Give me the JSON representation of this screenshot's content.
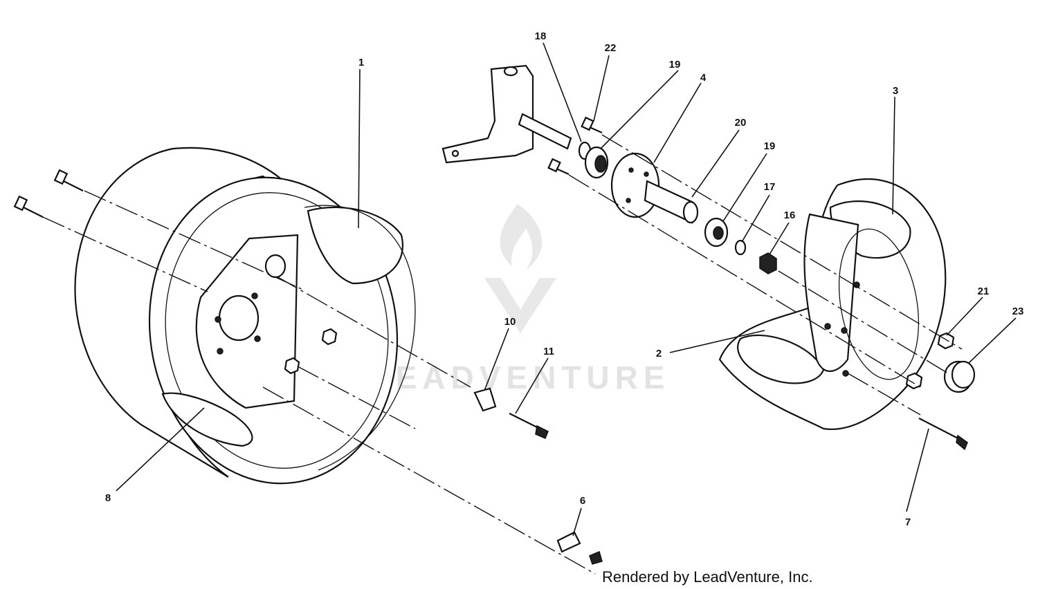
{
  "watermark": {
    "text": "LEADVENTURE"
  },
  "credit": {
    "text": "Rendered by LeadVenture, Inc."
  },
  "callouts": [
    {
      "id": "1",
      "label": "1"
    },
    {
      "id": "2",
      "label": "2"
    },
    {
      "id": "3",
      "label": "3"
    },
    {
      "id": "4",
      "label": "4"
    },
    {
      "id": "6",
      "label": "6"
    },
    {
      "id": "7",
      "label": "7"
    },
    {
      "id": "8",
      "label": "8"
    },
    {
      "id": "10",
      "label": "10"
    },
    {
      "id": "11",
      "label": "11"
    },
    {
      "id": "16",
      "label": "16"
    },
    {
      "id": "17",
      "label": "17"
    },
    {
      "id": "18",
      "label": "18"
    },
    {
      "id": "19a",
      "label": "19"
    },
    {
      "id": "19b",
      "label": "19"
    },
    {
      "id": "20",
      "label": "20"
    },
    {
      "id": "21",
      "label": "21"
    },
    {
      "id": "22",
      "label": "22"
    },
    {
      "id": "23",
      "label": "23"
    }
  ]
}
